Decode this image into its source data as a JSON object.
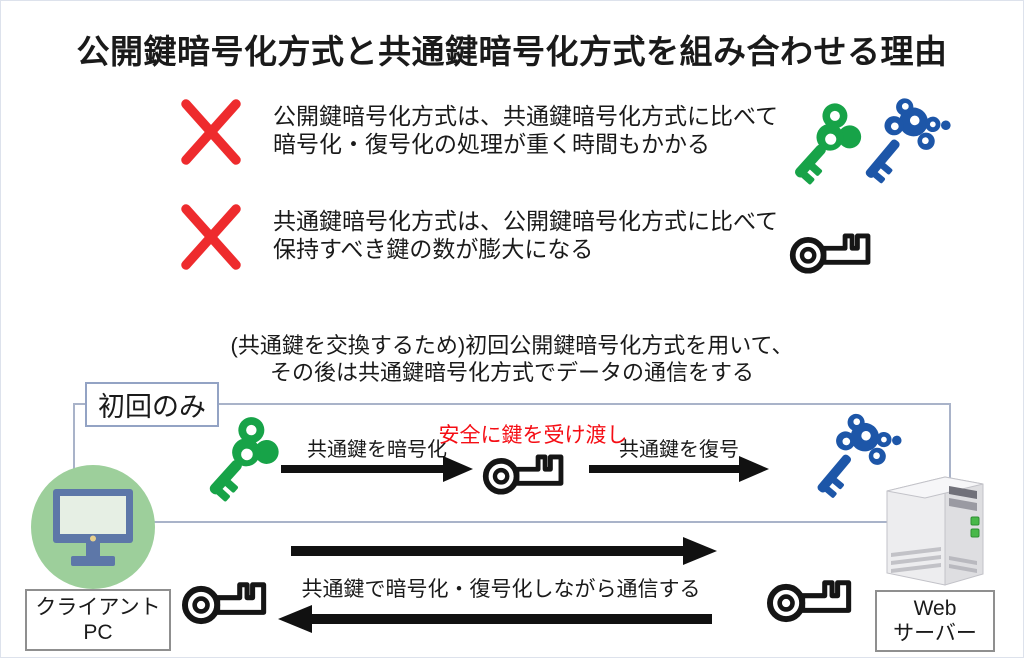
{
  "title": "公開鍵暗号化方式と共通鍵暗号化方式を組み合わせる理由",
  "problems": [
    {
      "line1": "公開鍵暗号化方式は、共通鍵暗号化方式に比べて",
      "line2": "暗号化・復号化の処理が重く時間もかかる"
    },
    {
      "line1": "共通鍵暗号化方式は、公開鍵暗号化方式に比べて",
      "line2": "保持すべき鍵の数が膨大になる"
    }
  ],
  "solution": {
    "line1": "(共通鍵を交換するため)初回公開鍵暗号化方式を用いて、",
    "line2": "その後は共通鍵暗号化方式でデータの通信をする"
  },
  "flow": {
    "first_time_only": "初回のみ",
    "encrypt_shared_key": "共通鍵を暗号化",
    "secure_handoff": "安全に鍵を受け渡し",
    "decrypt_shared_key": "共通鍵を復号",
    "ongoing_communication": "共通鍵で暗号化・復号化しながら通信する"
  },
  "nodes": {
    "client": {
      "line1": "クライアント",
      "line2": "PC"
    },
    "server": {
      "line1": "Web",
      "line2": "サーバー"
    }
  },
  "icons": [
    "red-x-icon",
    "green-key-icon",
    "blue-ornate-key-icon",
    "outline-key-icon",
    "client-pc-icon",
    "web-server-icon"
  ],
  "colors": {
    "x_mark": "#ee2b2d",
    "alert_text": "#f50d14",
    "green_key": "#17a348",
    "blue_key": "#1d56a8",
    "frame_border": "#a9b3c9",
    "label_border": "#8f8f8f",
    "client_circle": "#9dcf9b",
    "arrow": "#111111"
  }
}
